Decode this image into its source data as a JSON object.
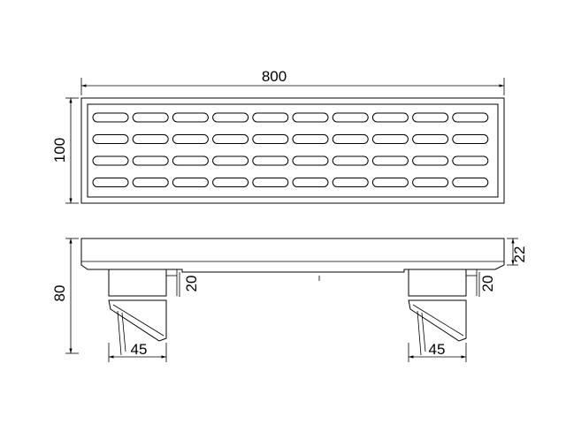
{
  "dimensions": {
    "length": "800",
    "width": "100",
    "height": "80",
    "top_thickness": "22",
    "step_left": "20",
    "step_right": "20",
    "foot_left": "45",
    "foot_right": "45"
  },
  "grate": {
    "slot_rows": 4,
    "slot_columns": 10
  }
}
